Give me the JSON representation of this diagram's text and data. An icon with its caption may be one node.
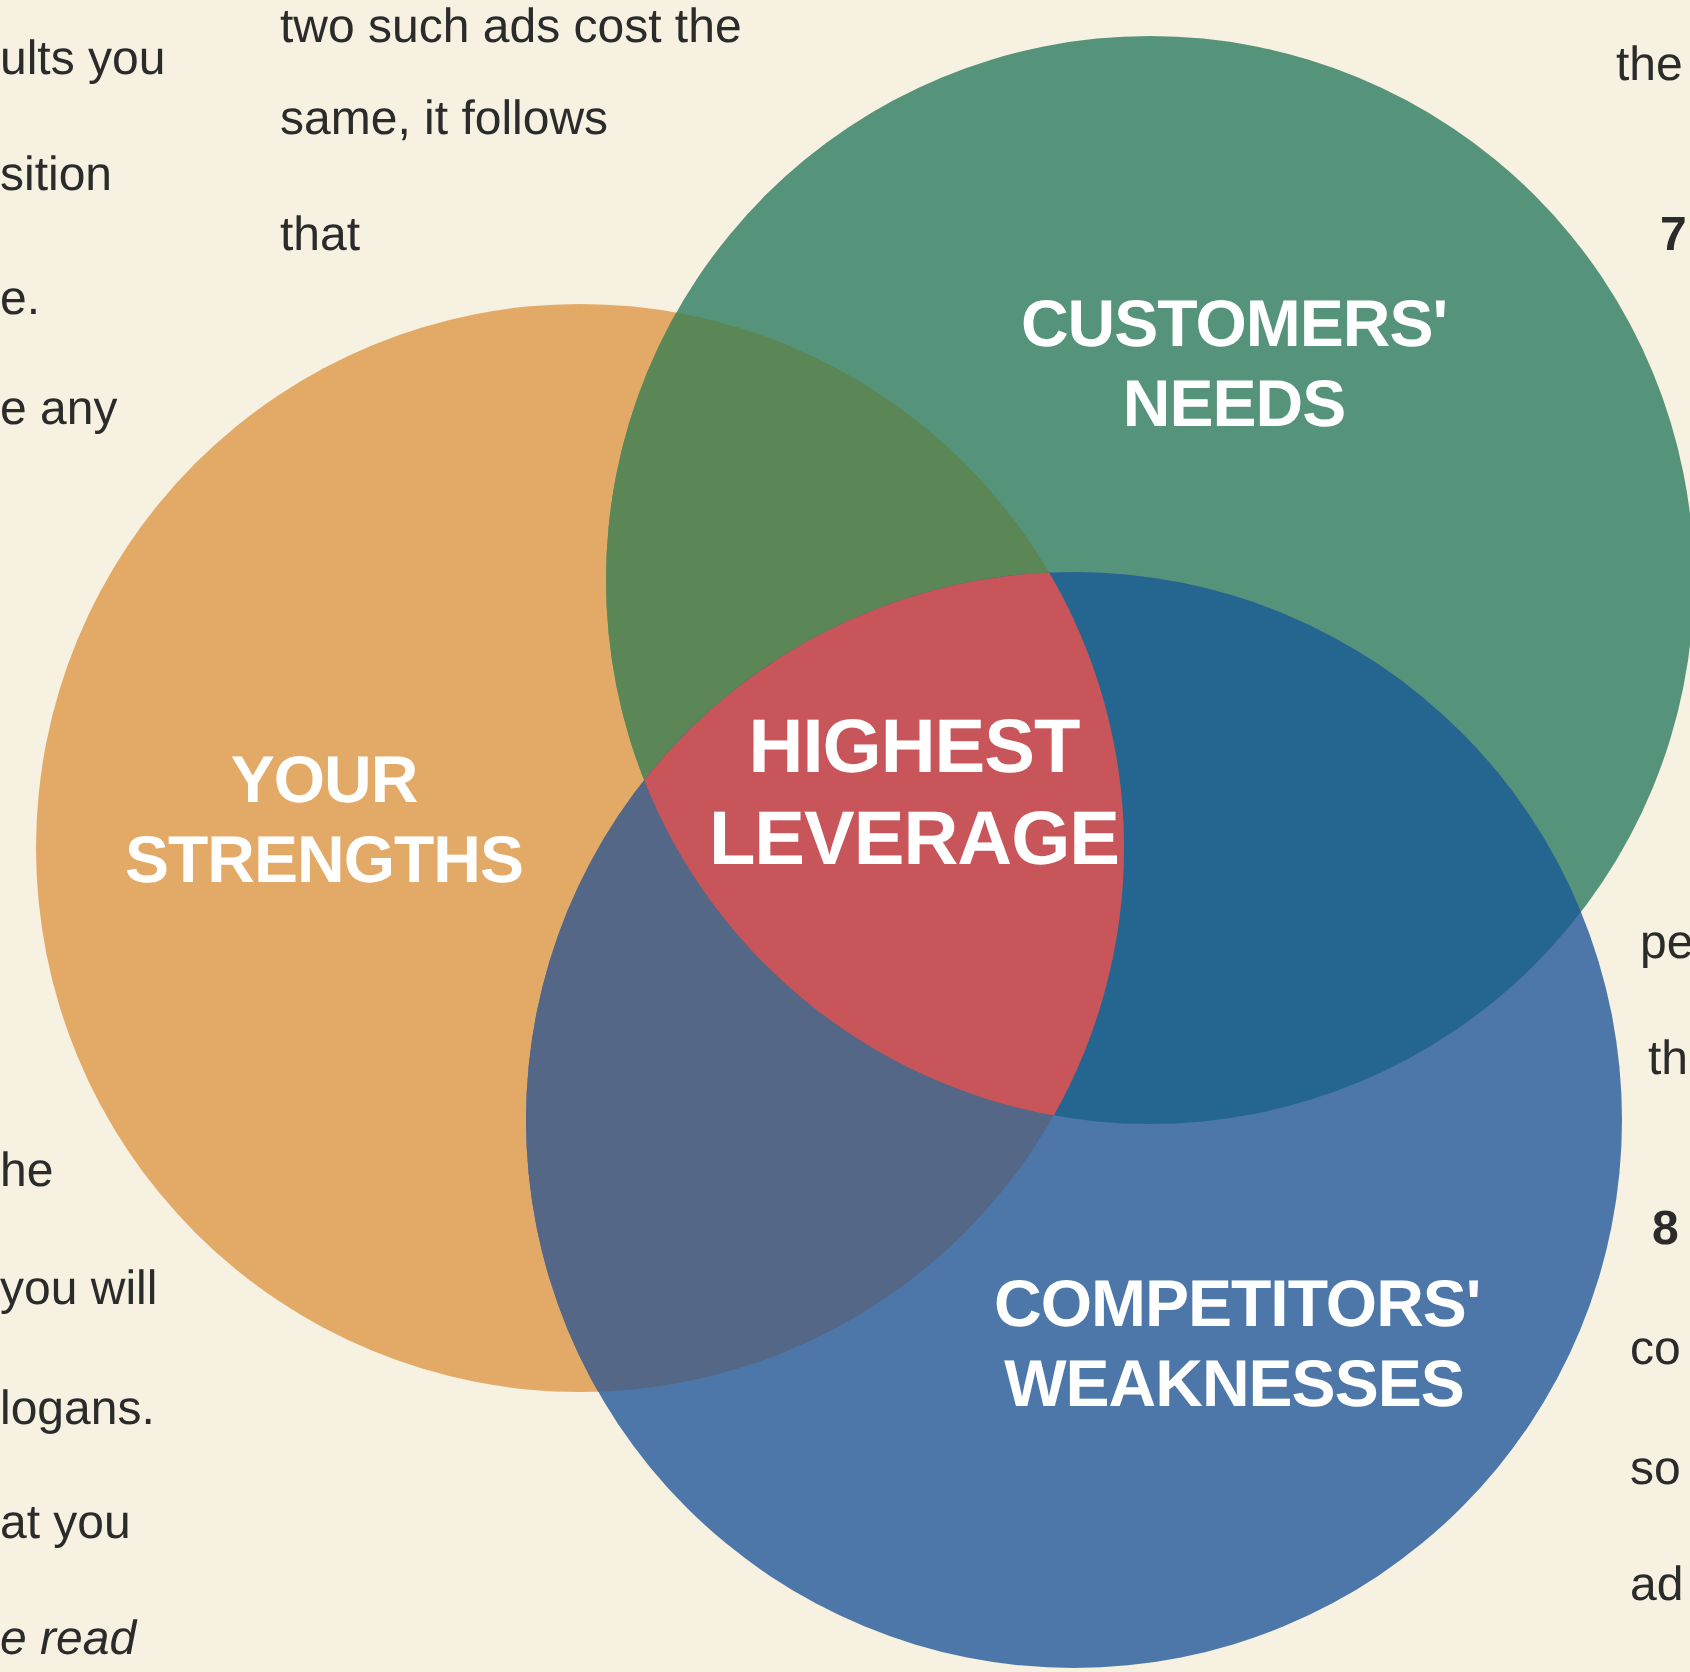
{
  "diagram": {
    "nodes": [
      {
        "text": [
          "YOUR STRENGTHS"
        ]
      },
      {
        "text": [
          "CUSTOMERS' NEEDS"
        ]
      },
      {
        "text": [
          "COMPETITORS' WEAKNESSES"
        ]
      },
      {
        "text": [
          "HIGHEST LEVERAGE"
        ]
      }
    ],
    "edges": [],
    "labels": [
      "ults you",
      "sition",
      "e.",
      "e any",
      "he",
      "you will",
      "logans.",
      "at you",
      "*e read*",
      "two such ads cost the",
      "same,  it follows",
      "that",
      "the",
      "**7**",
      "pe",
      "th",
      "**8**",
      "co",
      "so",
      "ad"
    ]
  }
}
